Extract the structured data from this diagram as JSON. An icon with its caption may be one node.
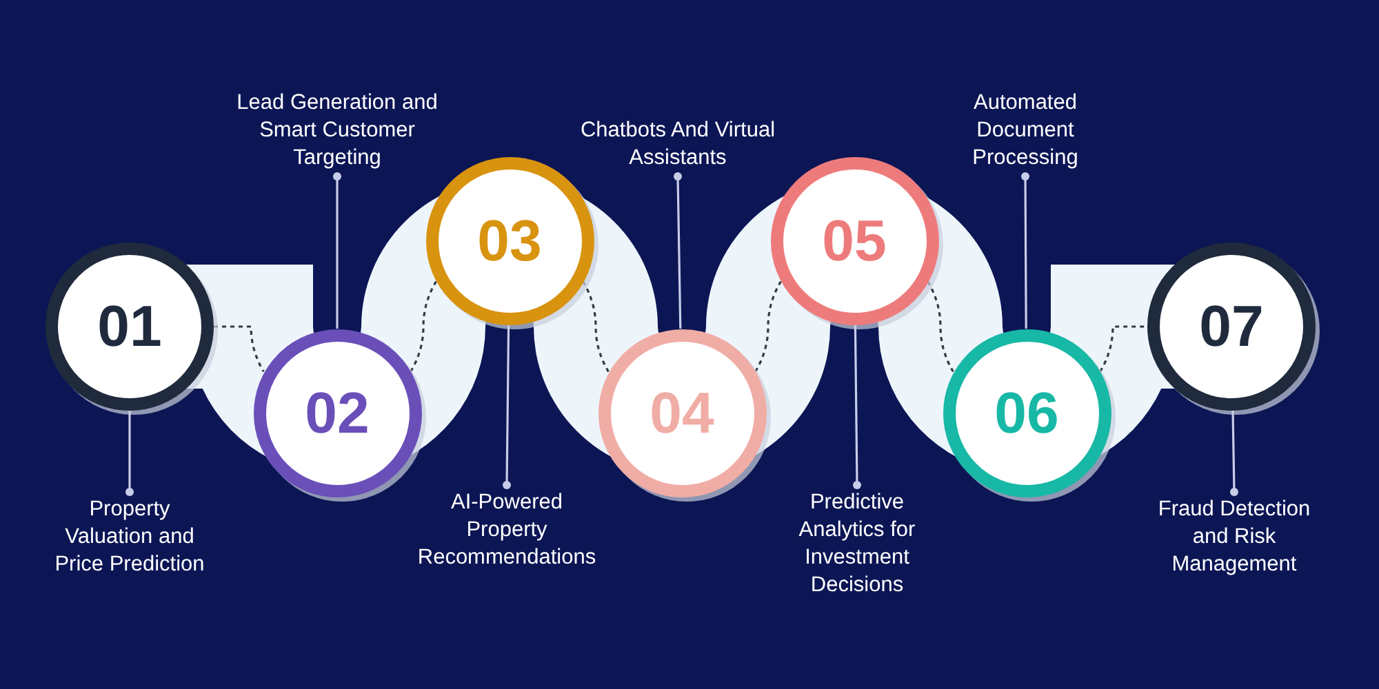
{
  "diagram": {
    "nodes": [
      {
        "text": [
          "01"
        ]
      },
      {
        "text": [
          "Property Valuation and Price Prediction"
        ]
      },
      {
        "text": [
          "02"
        ]
      },
      {
        "text": [
          "Lead Generation and Smart Customer Targeting"
        ]
      },
      {
        "text": [
          "03"
        ]
      },
      {
        "text": [
          "AI-Powered Property Recommendations"
        ]
      },
      {
        "text": [
          "04"
        ]
      },
      {
        "text": [
          "Chatbots And Virtual Assistants"
        ]
      },
      {
        "text": [
          "05"
        ]
      },
      {
        "text": [
          "Predictive Analytics for Investment Decisions"
        ]
      },
      {
        "text": [
          "06"
        ]
      },
      {
        "text": [
          "Automated Document Processing"
        ]
      },
      {
        "text": [
          "07"
        ]
      },
      {
        "text": [
          "Fraud Detection and Risk Management"
        ]
      }
    ],
    "edges": [
      {
        "from": 0,
        "to": 2,
        "arrow": "none",
        "style": "dashed",
        "color": "#343a48"
      },
      {
        "from": 2,
        "to": 4,
        "arrow": "none",
        "style": "dashed",
        "color": "#343a48"
      },
      {
        "from": 4,
        "to": 6,
        "arrow": "none",
        "style": "dashed",
        "color": "#343a48"
      },
      {
        "from": 6,
        "to": 8,
        "arrow": "none",
        "style": "dashed",
        "color": "#343a48"
      },
      {
        "from": 8,
        "to": 10,
        "arrow": "none",
        "style": "dashed",
        "color": "#343a48"
      },
      {
        "from": 10,
        "to": 12,
        "arrow": "none",
        "style": "dashed",
        "color": "#343a48"
      },
      {
        "from": 0,
        "to": 1,
        "arrow": "other"
      },
      {
        "from": 2,
        "to": 3,
        "arrow": "other"
      },
      {
        "from": 4,
        "to": 5,
        "arrow": "other"
      },
      {
        "from": 6,
        "to": 7,
        "arrow": "other"
      },
      {
        "from": 8,
        "to": 9,
        "arrow": "other"
      },
      {
        "from": 10,
        "to": 11,
        "arrow": "other"
      },
      {
        "from": 12,
        "to": 13,
        "arrow": "other"
      }
    ]
  }
}
